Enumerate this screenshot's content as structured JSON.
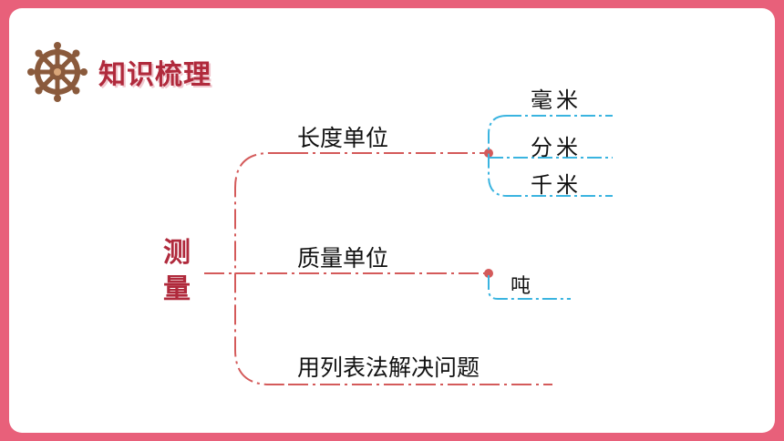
{
  "header": {
    "title": "知识梳理",
    "icon": "ship-wheel-icon",
    "title_color": "#b02a3c"
  },
  "mindmap": {
    "root": [
      "测",
      "量"
    ],
    "branches": [
      {
        "label": "长度单位",
        "children": [
          "毫米",
          "分米",
          "千米"
        ]
      },
      {
        "label": "质量单位",
        "children": [
          "吨"
        ]
      },
      {
        "label": "用列表法解决问题",
        "children": []
      }
    ],
    "colors": {
      "branch_line": "#d45a5a",
      "leaf_line": "#3ab4e0",
      "background": "#e8607a"
    }
  }
}
